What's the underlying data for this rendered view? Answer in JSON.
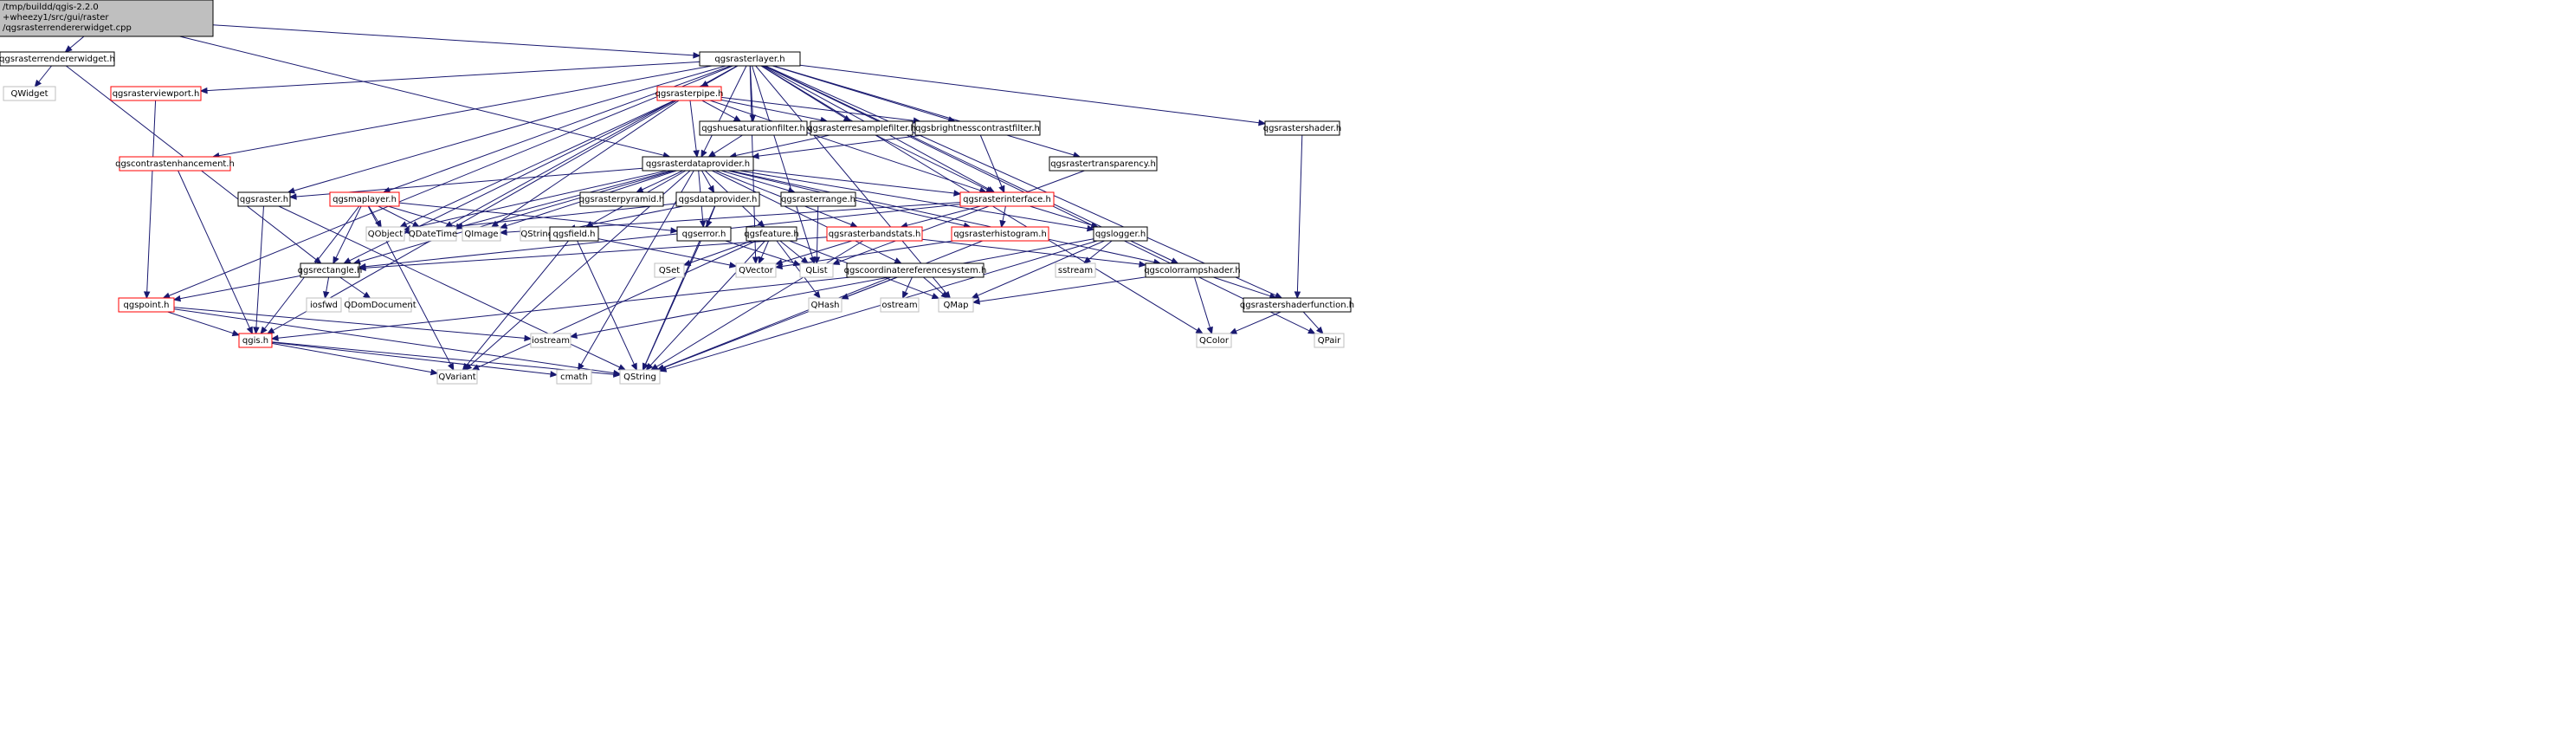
{
  "colors": {
    "normal_border": "#000000",
    "external_border": "#bfbfbf",
    "incomplete_border": "#ff0000",
    "root_fill": "#bfbfbf",
    "node_fill": "#ffffff",
    "text": "#000000",
    "edge": "#191970"
  },
  "nodes": [
    {
      "id": "root",
      "kind": "root",
      "lines": [
        "/tmp/buildd/qgis-2.2.0",
        "+wheezy1/src/gui/raster",
        "/qgsrasterrendererwidget.cpp"
      ]
    },
    {
      "id": "qgsrasterrendererwidget_h",
      "kind": "normal",
      "lines": [
        "qgsrasterrendererwidget.h"
      ]
    },
    {
      "id": "QWidget",
      "kind": "external",
      "lines": [
        "QWidget"
      ]
    },
    {
      "id": "qgsrasterlayer_h",
      "kind": "normal",
      "lines": [
        "qgsrasterlayer.h"
      ]
    },
    {
      "id": "qgsrasterviewport_h",
      "kind": "incomplete",
      "lines": [
        "qgsrasterviewport.h"
      ]
    },
    {
      "id": "qgsrasterpipe_h",
      "kind": "incomplete",
      "lines": [
        "qgsrasterpipe.h"
      ]
    },
    {
      "id": "qgshuesaturationfilter_h",
      "kind": "normal",
      "lines": [
        "qgshuesaturationfilter.h"
      ]
    },
    {
      "id": "qgsrasterresamplefilter_h",
      "kind": "normal",
      "lines": [
        "qgsrasterresamplefilter.h"
      ]
    },
    {
      "id": "qgsbrightnesscontrastfilter_h",
      "kind": "normal",
      "lines": [
        "qgsbrightnesscontrastfilter.h"
      ]
    },
    {
      "id": "qgsrastershader_h",
      "kind": "normal",
      "lines": [
        "qgsrastershader.h"
      ]
    },
    {
      "id": "qgscontrastenhancement_h",
      "kind": "incomplete",
      "lines": [
        "qgscontrastenhancement.h"
      ]
    },
    {
      "id": "qgsrasterdataprovider_h",
      "kind": "normal",
      "lines": [
        "qgsrasterdataprovider.h"
      ]
    },
    {
      "id": "qgsrastertransparency_h",
      "kind": "normal",
      "lines": [
        "qgsrastertransparency.h"
      ]
    },
    {
      "id": "qgsraster_h",
      "kind": "normal",
      "lines": [
        "qgsraster.h"
      ]
    },
    {
      "id": "qgsmaplayer_h",
      "kind": "incomplete",
      "lines": [
        "qgsmaplayer.h"
      ]
    },
    {
      "id": "qgsrasterpyramid_h",
      "kind": "normal",
      "lines": [
        "qgsrasterpyramid.h"
      ]
    },
    {
      "id": "qgsdataprovider_h",
      "kind": "normal",
      "lines": [
        "qgsdataprovider.h"
      ]
    },
    {
      "id": "qgsrasterrange_h",
      "kind": "normal",
      "lines": [
        "qgsrasterrange.h"
      ]
    },
    {
      "id": "qgsrasterinterface_h",
      "kind": "incomplete",
      "lines": [
        "qgsrasterinterface.h"
      ]
    },
    {
      "id": "QObject",
      "kind": "external",
      "lines": [
        "QObject"
      ]
    },
    {
      "id": "QDateTime",
      "kind": "external",
      "lines": [
        "QDateTime"
      ]
    },
    {
      "id": "QImage",
      "kind": "external",
      "lines": [
        "QImage"
      ]
    },
    {
      "id": "QStringList",
      "kind": "external",
      "lines": [
        "QStringList"
      ]
    },
    {
      "id": "qgserror_h",
      "kind": "normal",
      "lines": [
        "qgserror.h"
      ]
    },
    {
      "id": "qgsfield_h",
      "kind": "normal",
      "lines": [
        "qgsfield.h"
      ]
    },
    {
      "id": "qgsfeature_h",
      "kind": "normal",
      "lines": [
        "qgsfeature.h"
      ]
    },
    {
      "id": "qgsrasterbandstats_h",
      "kind": "incomplete",
      "lines": [
        "qgsrasterbandstats.h"
      ]
    },
    {
      "id": "qgsrasterhistogram_h",
      "kind": "incomplete",
      "lines": [
        "qgsrasterhistogram.h"
      ]
    },
    {
      "id": "qgslogger_h",
      "kind": "normal",
      "lines": [
        "qgslogger.h"
      ]
    },
    {
      "id": "qgsrectangle_h",
      "kind": "normal",
      "lines": [
        "qgsrectangle.h"
      ]
    },
    {
      "id": "QSet",
      "kind": "external",
      "lines": [
        "QSet"
      ]
    },
    {
      "id": "QVector",
      "kind": "external",
      "lines": [
        "QVector"
      ]
    },
    {
      "id": "QList",
      "kind": "external",
      "lines": [
        "QList"
      ]
    },
    {
      "id": "sstream",
      "kind": "external",
      "lines": [
        "sstream"
      ]
    },
    {
      "id": "qgscoordinatereferencesystem_h",
      "kind": "normal",
      "lines": [
        "qgscoordinatereferencesystem.h"
      ]
    },
    {
      "id": "qgscolorrampshader_h",
      "kind": "normal",
      "lines": [
        "qgscolorrampshader.h"
      ]
    },
    {
      "id": "iosfwd",
      "kind": "external",
      "lines": [
        "iosfwd"
      ]
    },
    {
      "id": "QDomDocument",
      "kind": "external",
      "lines": [
        "QDomDocument"
      ]
    },
    {
      "id": "QHash",
      "kind": "external",
      "lines": [
        "QHash"
      ]
    },
    {
      "id": "ostream",
      "kind": "external",
      "lines": [
        "ostream"
      ]
    },
    {
      "id": "QMap",
      "kind": "external",
      "lines": [
        "QMap"
      ]
    },
    {
      "id": "qgsrastershaderfunction_h",
      "kind": "normal",
      "lines": [
        "qgsrastershaderfunction.h"
      ]
    },
    {
      "id": "qgspoint_h",
      "kind": "incomplete",
      "lines": [
        "qgspoint.h"
      ]
    },
    {
      "id": "iostream",
      "kind": "external",
      "lines": [
        "iostream"
      ]
    },
    {
      "id": "QColor",
      "kind": "external",
      "lines": [
        "QColor"
      ]
    },
    {
      "id": "QPair",
      "kind": "external",
      "lines": [
        "QPair"
      ]
    },
    {
      "id": "qgis_h",
      "kind": "incomplete",
      "lines": [
        "qgis.h"
      ]
    },
    {
      "id": "QVariant",
      "kind": "external",
      "lines": [
        "QVariant"
      ]
    },
    {
      "id": "cmath",
      "kind": "external",
      "lines": [
        "cmath"
      ]
    },
    {
      "id": "QString",
      "kind": "external",
      "lines": [
        "QString"
      ]
    }
  ],
  "edges": [
    [
      "root",
      "qgsrasterrendererwidget_h"
    ],
    [
      "root",
      "qgsrasterlayer_h"
    ],
    [
      "root",
      "qgsrasterdataprovider_h"
    ],
    [
      "qgsrasterrendererwidget_h",
      "QWidget"
    ],
    [
      "qgsrasterrendererwidget_h",
      "qgsrectangle_h"
    ],
    [
      "qgsrasterlayer_h",
      "qgsrasterviewport_h"
    ],
    [
      "qgsrasterlayer_h",
      "qgsrasterpipe_h"
    ],
    [
      "qgsrasterlayer_h",
      "qgshuesaturationfilter_h"
    ],
    [
      "qgsrasterlayer_h",
      "qgsrasterresamplefilter_h"
    ],
    [
      "qgsrasterlayer_h",
      "qgsbrightnesscontrastfilter_h"
    ],
    [
      "qgsrasterlayer_h",
      "qgsrastershader_h"
    ],
    [
      "qgsrasterlayer_h",
      "qgscontrastenhancement_h"
    ],
    [
      "qgsrasterlayer_h",
      "qgsrasterdataprovider_h"
    ],
    [
      "qgsrasterlayer_h",
      "qgsrastertransparency_h"
    ],
    [
      "qgsrasterlayer_h",
      "qgsraster_h"
    ],
    [
      "qgsrasterlayer_h",
      "qgsmaplayer_h"
    ],
    [
      "qgsrasterlayer_h",
      "qgsrasterinterface_h"
    ],
    [
      "qgsrasterlayer_h",
      "QDateTime"
    ],
    [
      "qgsrasterlayer_h",
      "QVector"
    ],
    [
      "qgsrasterlayer_h",
      "QList"
    ],
    [
      "qgsrasterlayer_h",
      "QMap"
    ],
    [
      "qgsrasterlayer_h",
      "qgscolorrampshader_h"
    ],
    [
      "qgsrasterlayer_h",
      "qgsrastershaderfunction_h"
    ],
    [
      "qgsrasterlayer_h",
      "qgspoint_h"
    ],
    [
      "qgsrasterlayer_h",
      "QColor"
    ],
    [
      "qgsrasterlayer_h",
      "QPair"
    ],
    [
      "qgsrasterlayer_h",
      "qgis_h"
    ],
    [
      "qgsrasterviewport_h",
      "qgspoint_h"
    ],
    [
      "qgsrasterpipe_h",
      "qgshuesaturationfilter_h"
    ],
    [
      "qgsrasterpipe_h",
      "qgsrasterresamplefilter_h"
    ],
    [
      "qgsrasterpipe_h",
      "qgsbrightnesscontrastfilter_h"
    ],
    [
      "qgsrasterpipe_h",
      "qgsrasterdataprovider_h"
    ],
    [
      "qgsrasterpipe_h",
      "qgsrasterinterface_h"
    ],
    [
      "qgsrasterpipe_h",
      "QObject"
    ],
    [
      "qgsrasterpipe_h",
      "QImage"
    ],
    [
      "qgsrasterpipe_h",
      "qgsrectangle_h"
    ],
    [
      "qgshuesaturationfilter_h",
      "qgsrasterdataprovider_h"
    ],
    [
      "qgsrasterresamplefilter_h",
      "qgsrasterdataprovider_h"
    ],
    [
      "qgsrasterresamplefilter_h",
      "qgsrasterinterface_h"
    ],
    [
      "qgsbrightnesscontrastfilter_h",
      "qgsrasterdataprovider_h"
    ],
    [
      "qgsbrightnesscontrastfilter_h",
      "qgsrasterinterface_h"
    ],
    [
      "qgsrastershader_h",
      "qgsrastershaderfunction_h"
    ],
    [
      "qgscontrastenhancement_h",
      "qgis_h"
    ],
    [
      "qgsrasterdataprovider_h",
      "qgsraster_h"
    ],
    [
      "qgsrasterdataprovider_h",
      "qgsrasterpyramid_h"
    ],
    [
      "qgsrasterdataprovider_h",
      "qgsdataprovider_h"
    ],
    [
      "qgsrasterdataprovider_h",
      "qgsrasterrange_h"
    ],
    [
      "qgsrasterdataprovider_h",
      "qgsrasterinterface_h"
    ],
    [
      "qgsrasterdataprovider_h",
      "qgsrasterbandstats_h"
    ],
    [
      "qgsrasterdataprovider_h",
      "qgsrasterhistogram_h"
    ],
    [
      "qgsrasterdataprovider_h",
      "qgslogger_h"
    ],
    [
      "qgsrasterdataprovider_h",
      "QObject"
    ],
    [
      "qgsrasterdataprovider_h",
      "QDateTime"
    ],
    [
      "qgsrasterdataprovider_h",
      "QImage"
    ],
    [
      "qgsrasterdataprovider_h",
      "qgserror_h"
    ],
    [
      "qgsrasterdataprovider_h",
      "qgsfield_h"
    ],
    [
      "qgsrasterdataprovider_h",
      "qgsfeature_h"
    ],
    [
      "qgsrasterdataprovider_h",
      "qgsrectangle_h"
    ],
    [
      "qgsrasterdataprovider_h",
      "qgscoordinatereferencesystem_h"
    ],
    [
      "qgsrasterdataprovider_h",
      "qgscolorrampshader_h"
    ],
    [
      "qgsrasterdataprovider_h",
      "QVariant"
    ],
    [
      "qgsrasterdataprovider_h",
      "cmath"
    ],
    [
      "qgsrastertransparency_h",
      "QList"
    ],
    [
      "qgsraster_h",
      "qgis_h"
    ],
    [
      "qgsraster_h",
      "QString"
    ],
    [
      "qgsmaplayer_h",
      "QObject"
    ],
    [
      "qgsmaplayer_h",
      "QDateTime"
    ],
    [
      "qgsmaplayer_h",
      "QImage"
    ],
    [
      "qgsmaplayer_h",
      "qgserror_h"
    ],
    [
      "qgsmaplayer_h",
      "qgsrectangle_h"
    ],
    [
      "qgsmaplayer_h",
      "qgis_h"
    ],
    [
      "qgsmaplayer_h",
      "QVariant"
    ],
    [
      "qgsdataprovider_h",
      "QObject"
    ],
    [
      "qgsdataprovider_h",
      "QStringList"
    ],
    [
      "qgsdataprovider_h",
      "qgserror_h"
    ],
    [
      "qgsdataprovider_h",
      "QString"
    ],
    [
      "qgsrasterrange_h",
      "QList"
    ],
    [
      "qgsrasterinterface_h",
      "QImage"
    ],
    [
      "qgsrasterinterface_h",
      "qgsrasterbandstats_h"
    ],
    [
      "qgsrasterinterface_h",
      "qgsrasterhistogram_h"
    ],
    [
      "qgsrasterinterface_h",
      "qgslogger_h"
    ],
    [
      "qgsrasterinterface_h",
      "qgsrectangle_h"
    ],
    [
      "qgserror_h",
      "QList"
    ],
    [
      "qgserror_h",
      "QString"
    ],
    [
      "qgsfield_h",
      "QVector"
    ],
    [
      "qgsfield_h",
      "QVariant"
    ],
    [
      "qgsfield_h",
      "QString"
    ],
    [
      "qgsfeature_h",
      "QSet"
    ],
    [
      "qgsfeature_h",
      "QVector"
    ],
    [
      "qgsfeature_h",
      "QList"
    ],
    [
      "qgsfeature_h",
      "QHash"
    ],
    [
      "qgsfeature_h",
      "QMap"
    ],
    [
      "qgsfeature_h",
      "QVariant"
    ],
    [
      "qgsfeature_h",
      "QString"
    ],
    [
      "qgsrasterbandstats_h",
      "QVector"
    ],
    [
      "qgsrasterbandstats_h",
      "qgscolorrampshader_h"
    ],
    [
      "qgsrasterbandstats_h",
      "qgsrectangle_h"
    ],
    [
      "qgsrasterbandstats_h",
      "QString"
    ],
    [
      "qgsrasterhistogram_h",
      "QVector"
    ],
    [
      "qgsrasterhistogram_h",
      "QString"
    ],
    [
      "qgslogger_h",
      "sstream"
    ],
    [
      "qgslogger_h",
      "QString"
    ],
    [
      "qgslogger_h",
      "iostream"
    ],
    [
      "qgslogger_h",
      "QMap"
    ],
    [
      "qgsrectangle_h",
      "iosfwd"
    ],
    [
      "qgsrectangle_h",
      "QDomDocument"
    ],
    [
      "qgsrectangle_h",
      "qgspoint_h"
    ],
    [
      "qgscoordinatereferencesystem_h",
      "QHash"
    ],
    [
      "qgscoordinatereferencesystem_h",
      "ostream"
    ],
    [
      "qgscoordinatereferencesystem_h",
      "QMap"
    ],
    [
      "qgscoordinatereferencesystem_h",
      "QString"
    ],
    [
      "qgscoordinatereferencesystem_h",
      "qgis_h"
    ],
    [
      "qgscolorrampshader_h",
      "QMap"
    ],
    [
      "qgscolorrampshader_h",
      "qgsrastershaderfunction_h"
    ],
    [
      "qgscolorrampshader_h",
      "QColor"
    ],
    [
      "qgsrastershaderfunction_h",
      "QColor"
    ],
    [
      "qgsrastershaderfunction_h",
      "QPair"
    ],
    [
      "qgspoint_h",
      "iostream"
    ],
    [
      "qgspoint_h",
      "qgis_h"
    ],
    [
      "qgspoint_h",
      "QString"
    ],
    [
      "qgis_h",
      "QVariant"
    ],
    [
      "qgis_h",
      "cmath"
    ],
    [
      "qgis_h",
      "QString"
    ]
  ]
}
